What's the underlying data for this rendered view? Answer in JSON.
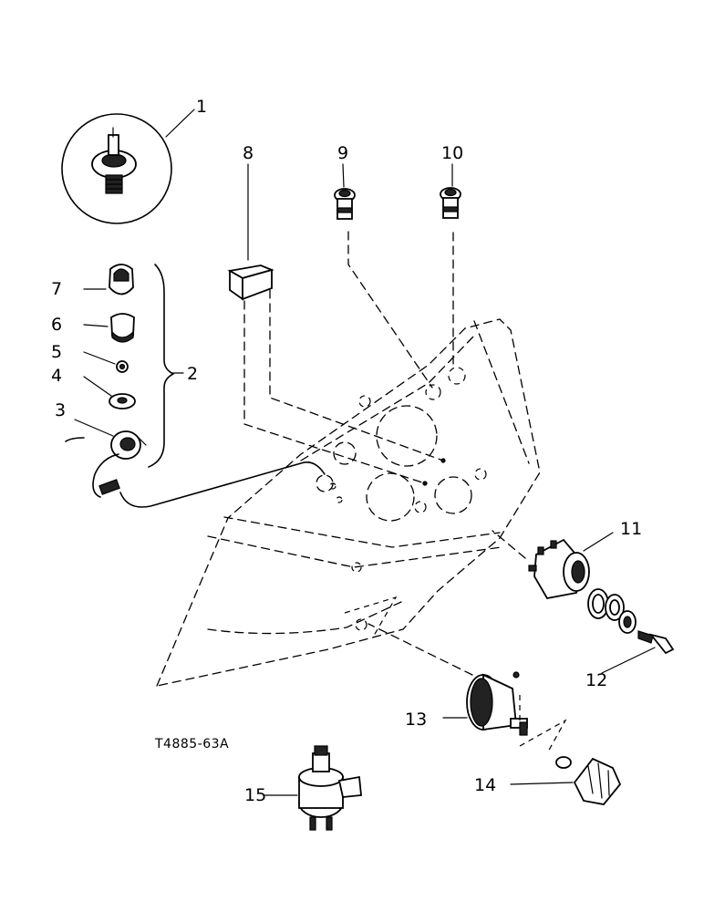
{
  "figure_code": "T4885-63A",
  "callouts": [
    {
      "id": "callout-1",
      "text": "1"
    },
    {
      "id": "callout-2",
      "text": "2"
    },
    {
      "id": "callout-3",
      "text": "3"
    },
    {
      "id": "callout-4",
      "text": "4"
    },
    {
      "id": "callout-5",
      "text": "5"
    },
    {
      "id": "callout-6",
      "text": "6"
    },
    {
      "id": "callout-7",
      "text": "7"
    },
    {
      "id": "callout-8",
      "text": "8"
    },
    {
      "id": "callout-9",
      "text": "9"
    },
    {
      "id": "callout-10",
      "text": "10"
    },
    {
      "id": "callout-11",
      "text": "11"
    },
    {
      "id": "callout-12",
      "text": "12"
    },
    {
      "id": "callout-13",
      "text": "13"
    },
    {
      "id": "callout-14",
      "text": "14"
    },
    {
      "id": "callout-15",
      "text": "15"
    }
  ]
}
